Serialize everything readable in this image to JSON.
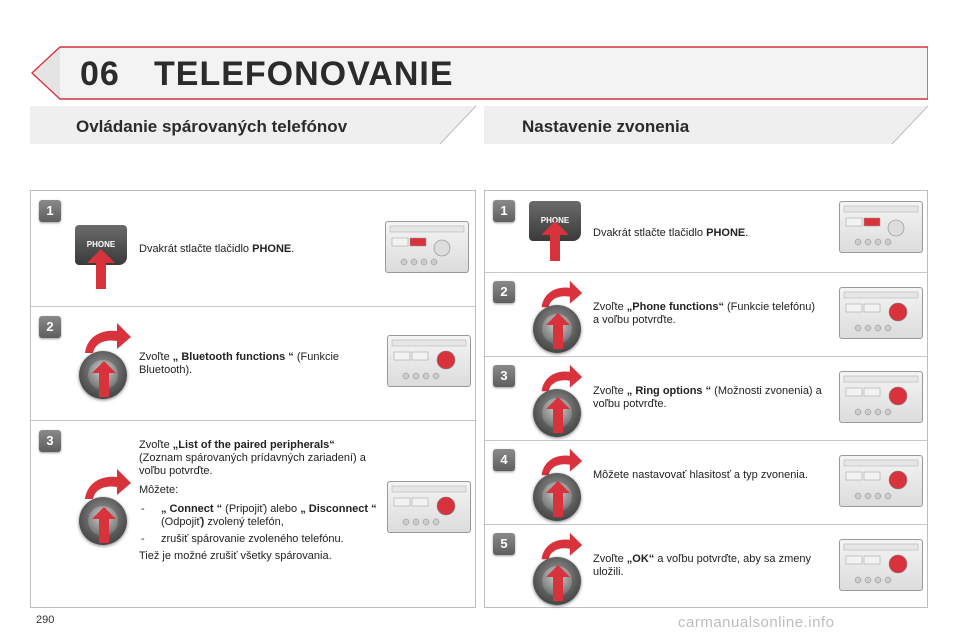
{
  "header": {
    "chapter_number": "06",
    "chapter_title": "TELEFONOVANIE"
  },
  "left_section": {
    "title": "Ovládanie spárovaných telefónov",
    "steps": [
      {
        "badge": "1",
        "control": "PHONE",
        "pre": "Dvakrát stlačte tlačidlo ",
        "bold": "PHONE",
        "post": "."
      },
      {
        "badge": "2",
        "pre": "Zvoľte ",
        "bold": "„ Bluetooth functions “",
        "post": " (Funkcie Bluetooth)."
      },
      {
        "badge": "3",
        "pre": "Zvoľte ",
        "bold": "„List of the paired peripherals“",
        "post": " (Zoznam spárovaných prídavných zariadení) a voľbu potvrďte.",
        "can_text": "Môžete:",
        "options": [
          {
            "dash": "-",
            "bold1": "„ Connect “",
            "mid": " (Pripojiť) alebo ",
            "bold2": "„ Disconnect “",
            "mid2": " (Odpojiť",
            "bold3": ")",
            "post": " zvolený telefón,"
          },
          {
            "dash": "-",
            "text": "zrušiť spárovanie zvoleného telefónu."
          }
        ],
        "note": "Tiež je možné zrušiť všetky spárovania."
      }
    ]
  },
  "right_section": {
    "title": "Nastavenie zvonenia",
    "steps": [
      {
        "badge": "1",
        "control": "PHONE",
        "pre": "Dvakrát stlačte tlačidlo ",
        "bold": "PHONE",
        "post": "."
      },
      {
        "badge": "2",
        "pre": "Zvoľte ",
        "bold": "„Phone functions“",
        "post": " (Funkcie telefónu) a voľbu potvrďte."
      },
      {
        "badge": "3",
        "pre": "Zvoľte ",
        "bold": "„ Ring options “",
        "post": " (Možnosti zvonenia) a voľbu potvrďte."
      },
      {
        "badge": "4",
        "text": "Môžete nastavovať hlasitosť a typ zvonenia."
      },
      {
        "badge": "5",
        "pre": "Zvoľte ",
        "bold": "„OK“",
        "post": " a voľbu potvrďte, aby sa zmeny uložili."
      }
    ]
  },
  "footer": {
    "page_number": "290",
    "watermark": "carmanualsonline.info"
  },
  "colors": {
    "accent_red": "#d8323c",
    "panel_border": "#bdbdbd",
    "band_gray": "#ececec",
    "knob_gray": "#5a5a5a"
  }
}
